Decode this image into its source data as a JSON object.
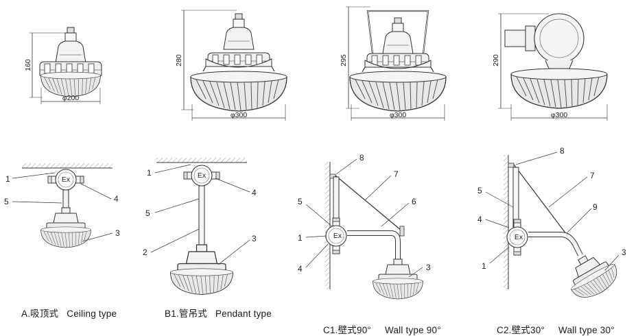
{
  "top_row": [
    {
      "height_label": "160",
      "width_label": "φ200"
    },
    {
      "height_label": "280",
      "width_label": "φ300"
    },
    {
      "height_label": "295",
      "width_label": "φ300"
    },
    {
      "height_label": "290",
      "width_label": "φ300"
    }
  ],
  "callouts": {
    "a": [
      "1",
      "5",
      "4",
      "3"
    ],
    "b1": [
      "1",
      "5",
      "2",
      "4",
      "3"
    ],
    "c1": [
      "8",
      "7",
      "6",
      "5",
      "1",
      "4",
      "3"
    ],
    "c2": [
      "8",
      "7",
      "9",
      "5",
      "4",
      "1",
      "3"
    ]
  },
  "ex_mark": "Ex",
  "captions": {
    "a": {
      "cn": "A.吸顶式",
      "en": "Ceiling type"
    },
    "b1": {
      "cn": "B1.管吊式",
      "en": "Pendant type"
    },
    "c1": {
      "cn": "C1.壁式90°",
      "en": "Wall type 90°"
    },
    "c2": {
      "cn": "C2.壁式30°",
      "en": "Wall type 30°"
    }
  }
}
